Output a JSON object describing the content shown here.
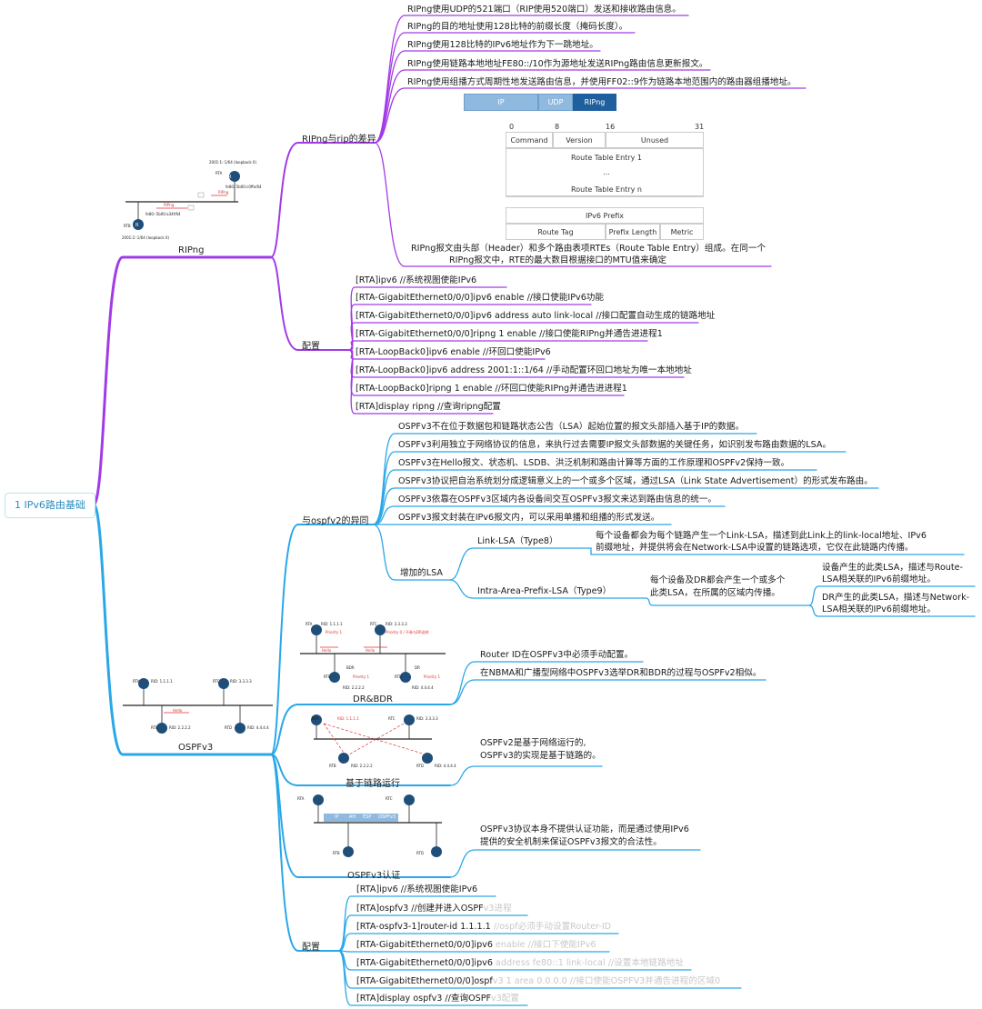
{
  "colors": {
    "ripng": "#a23be6",
    "ospf": "#2aa7e8",
    "root_text": "#2b8cbf"
  },
  "root": "1 IPv6路由基础",
  "ripng": {
    "title": "RIPng",
    "diff": {
      "title": "RIPng与rip的差异",
      "items": [
        "RIPng使用UDP的521端口（RIP使用520端口）发送和接收路由信息。",
        "RIPng的目的地址使用128比特的前缀长度（掩码长度）。",
        "RIPng使用128比特的IPv6地址作为下一跳地址。",
        "RIPng使用链路本地地址FE80::/10作为源地址发送RIPng路由信息更新报文。",
        "RIPng使用组播方式周期性地发送路由信息，并使用FF02::9作为链路本地范围内的路由器组播地址。"
      ],
      "packet": {
        "header": [
          "IP",
          "UDP",
          "RIPng"
        ],
        "bits": [
          "0",
          "8",
          "16",
          "31"
        ],
        "row1": [
          "Command",
          "Version",
          "Unused"
        ],
        "entries": [
          "Route Table Entry 1",
          "...",
          "Route Table Entry n"
        ],
        "prefix": "IPv6 Prefix",
        "row2": [
          "Route Tag",
          "Prefix Length",
          "Metric"
        ]
      },
      "note_l1": "RIPng报文由头部（Header）和多个路由表项RTEs（Route Table Entry）组成。在同一个",
      "note_l2": "RIPng报文中，RTE的最大数目根据接口的MTU值来确定"
    },
    "topo": {
      "rta": "RTA",
      "rtb": "RTB",
      "rta_lo": "2001:1::1/64 (loopback 0)",
      "rta_ll": "fe80::5b00:c0ffe/64",
      "rtb_ll": "fe80::5b00:a34f/64",
      "rtb_lo": "2001:2::1/64 (loopback 0)",
      "rip1": "RIPng",
      "rip2": "RIPng"
    },
    "config": {
      "title": "配置",
      "items": [
        "[RTA]ipv6   //系统视图使能IPv6",
        "[RTA-GigabitEthernet0/0/0]ipv6 enable  //接口使能IPv6功能",
        "[RTA-GigabitEthernet0/0/0]ipv6 address auto link-local  //接口配置自动生成的链路地址",
        "[RTA-GigabitEthernet0/0/0]ripng 1 enable  //接口使能RIPng并通告进进程1",
        "[RTA-LoopBack0]ipv6 enable  //环回口使能IPv6",
        "[RTA-LoopBack0]ipv6 address 2001:1::1/64  //手动配置环回口地址为唯一本地地址",
        "[RTA-LoopBack0]ripng 1 enable   //环回口使能RIPng并通告进进程1",
        "[RTA]display ripng //查询ripng配置"
      ]
    }
  },
  "ospf": {
    "title": "OSPFv3",
    "diff": {
      "title": "与ospfv2的异同",
      "items": [
        "OSPFv3不在位于数据包和链路状态公告（LSA）起始位置的报文头部插入基于IP的数据。",
        "OSPFv3利用独立于网络协议的信息，来执行过去需要IP报文头部数据的关键任务，如识别发布路由数据的LSA。",
        "OSPFv3在Hello报文、状态机、LSDB、洪泛机制和路由计算等方面的工作原理和OSPFv2保持一致。",
        "OSPFv3协议把自治系统划分成逻辑意义上的一个或多个区域，通过LSA（Link State Advertisement）的形式发布路由。",
        "OSPFv3依靠在OSPFv3区域内各设备间交互OSPFv3报文来达到路由信息的统一。",
        "OSPFv3报文封装在IPv6报文内，可以采用单播和组播的形式发送。"
      ],
      "lsa": {
        "title": "增加的LSA",
        "link_title": "Link-LSA（Type8）",
        "link_l1": "每个设备都会为每个链路产生一个Link-LSA，描述到此Link上的link-local地址、IPv6",
        "link_l2": "前缀地址，并提供将会在Network-LSA中设置的链路选项，它仅在此链路内传播。",
        "intra_title": "Intra-Area-Prefix-LSA（Type9）",
        "intra_l1": "每个设备及DR都会产生一个或多个",
        "intra_l2": "此类LSA，在所属的区域内传播。",
        "dev_l1": "设备产生的此类LSA，描述与Route-",
        "dev_l2": "LSA相关联的IPv6前缀地址。",
        "dr_l1": "DR产生的此类LSA，描述与Network-",
        "dr_l2": "LSA相关联的IPv6前缀地址。"
      }
    },
    "dr": {
      "title": "DR&BDR",
      "items": [
        "Router ID在OSPFv3中必须手动配置。",
        "在NBMA和广播型网络中OSPFv3选举DR和BDR的过程与OSPFv2相似。"
      ]
    },
    "link": {
      "title": "基于链路运行",
      "l1": "OSPFv2是基于网络运行的,",
      "l2": "OSPFv3的实现是基于链路的。"
    },
    "auth": {
      "title": "OSPFv3认证",
      "l1": "OSPFv3协议本身不提供认证功能，而是通过使用IPv6",
      "l2": "提供的安全机制来保证OSPFv3报文的合法性。",
      "pkt": [
        "IP",
        "AH",
        "ESP",
        "OSPFv3"
      ]
    },
    "config": {
      "title": "配置",
      "items": [
        {
          "a": "[RTA]ipv6  //系统视图使能IPv6",
          "b": ""
        },
        {
          "a": "[RTA]ospfv3    //创建并进入OSPF",
          "b": "v3进程"
        },
        {
          "a": "[RTA-ospfv3-1]router-id 1.1.1.1",
          "b": "   //ospf必须手动设置Router-ID"
        },
        {
          "a": "[RTA-GigabitEthernet0/0/0]ipv6",
          "b": " enable    //接口下使能IPv6"
        },
        {
          "a": "[RTA-GigabitEthernet0/0/0]ipv6",
          "b": " address fe80::1 link-local  //设置本地链路地址"
        },
        {
          "a": "[RTA-GigabitEthernet0/0/0]ospf",
          "b": "v3 1 area 0.0.0.0   //接口使能OSPFV3并通告进程的区域0"
        },
        {
          "a": "[RTA]display ospfv3    //查询OSPF",
          "b": "v3配置"
        }
      ]
    },
    "topo": {
      "rta": "RTA",
      "rtb": "RTB",
      "rtc": "RTC",
      "rtd": "RTD",
      "rid_a": "RID: 1.1.1.1",
      "rid_b": "RID: 2.2.2.2",
      "rid_c": "RID: 3.3.3.3",
      "rid_d": "RID: 4.4.4.4",
      "prio1": "Priority 1",
      "prio0": "Priority 0 / 不参与DR选举",
      "bdr": "BDR",
      "dr": "DR",
      "hello": "Hello"
    }
  }
}
